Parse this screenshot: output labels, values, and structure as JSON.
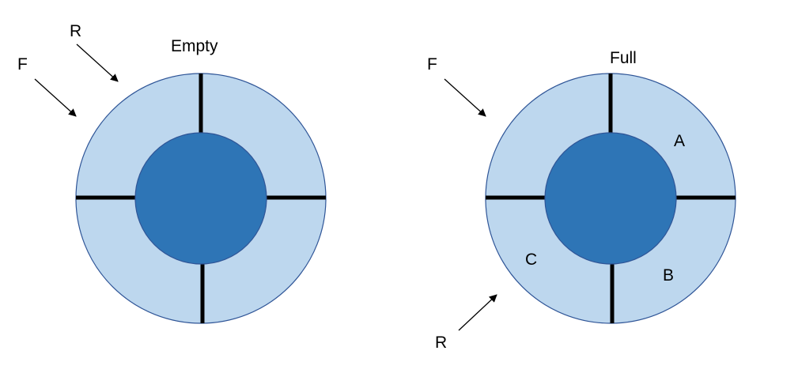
{
  "colors": {
    "outer_ring": "#BDD7EE",
    "outline": "#2F5597",
    "inner_hub": "#2E75B6",
    "spoke": "#000000",
    "arrow": "#000000",
    "text": "#000000"
  },
  "diagrams": [
    {
      "state_label": "Empty",
      "arrow_labels": [
        "R",
        "F"
      ],
      "segment_labels": []
    },
    {
      "state_label": "Full",
      "arrow_labels": [
        "F",
        "R"
      ],
      "segment_labels": [
        "A",
        "B",
        "C"
      ]
    }
  ]
}
